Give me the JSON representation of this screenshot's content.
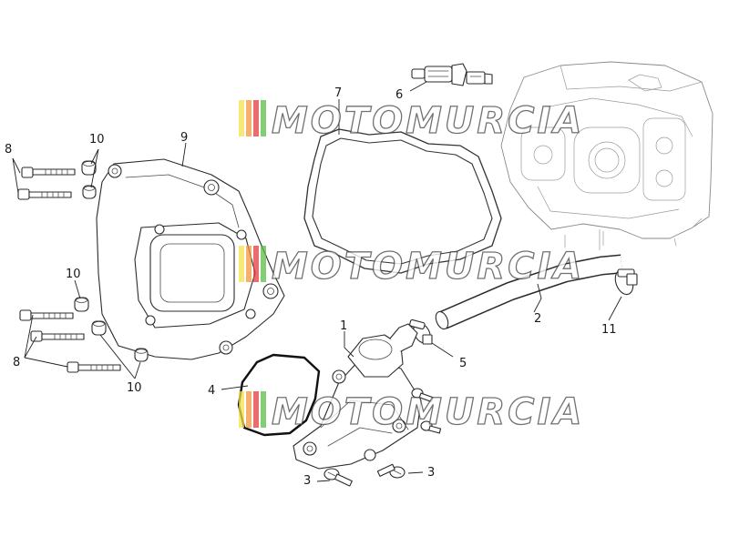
{
  "watermark": {
    "text": "MOTOMURCIA",
    "colors": [
      "#f2e24a",
      "#f0963c",
      "#e23c3c",
      "#5dbb4a"
    ]
  },
  "callouts": {
    "c1": "1",
    "c2": "2",
    "c3a": "3",
    "c3b": "3",
    "c4": "4",
    "c5": "5",
    "c6": "6",
    "c7": "7",
    "c8a": "8",
    "c8b": "8",
    "c9": "9",
    "c10a": "10",
    "c10b": "10",
    "c10c": "10",
    "c11": "11"
  }
}
